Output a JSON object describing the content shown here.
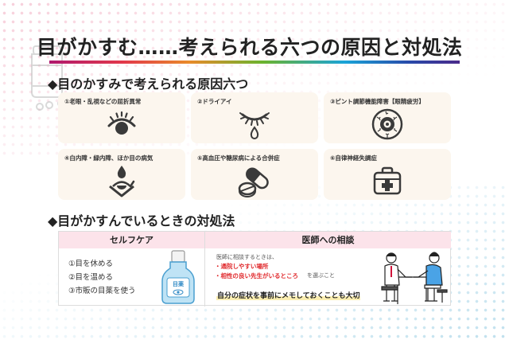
{
  "title": "目がかすむ……考えられる六つの原因と対処法",
  "causes_section": {
    "heading": "◆目のかすみで考えられる原因六つ",
    "items": [
      {
        "label": "①老眼・乱視などの屈折異常",
        "icon": "eye-icon"
      },
      {
        "label": "②ドライアイ",
        "icon": "closed-eye-tear-icon"
      },
      {
        "label": "③ピント調節機能障害【眼精疲労】",
        "icon": "bloodshot-eye-icon"
      },
      {
        "label": "④白内障・緑内障、ほか目の病気",
        "icon": "eye-drop-icon"
      },
      {
        "label": "⑤高血圧や糖尿病による合併症",
        "icon": "pills-icon"
      },
      {
        "label": "⑥自律神経失調症",
        "icon": "first-aid-kit-icon"
      }
    ]
  },
  "care_section": {
    "heading": "◆目がかすんでいるときの対処法",
    "self_care": {
      "header": "セルフケア",
      "items": [
        "①目を休める",
        "②目を温める",
        "③市販の目薬を使う"
      ],
      "bottle_label": "目薬"
    },
    "doctor": {
      "header": "医師への相談",
      "intro": "医師に相談するときは、",
      "points": [
        "・通院しやすい場所",
        "・相性の良い先生がいるところ"
      ],
      "suffix": "を選ぶこと",
      "memo": "自分の症状を事前にメモしておくことも大切"
    }
  },
  "colors": {
    "card_bg": "#fcf6ee",
    "header_pink": "#fce3ea",
    "accent_red": "#e0282b",
    "icon_dark": "#3a3a3a"
  }
}
